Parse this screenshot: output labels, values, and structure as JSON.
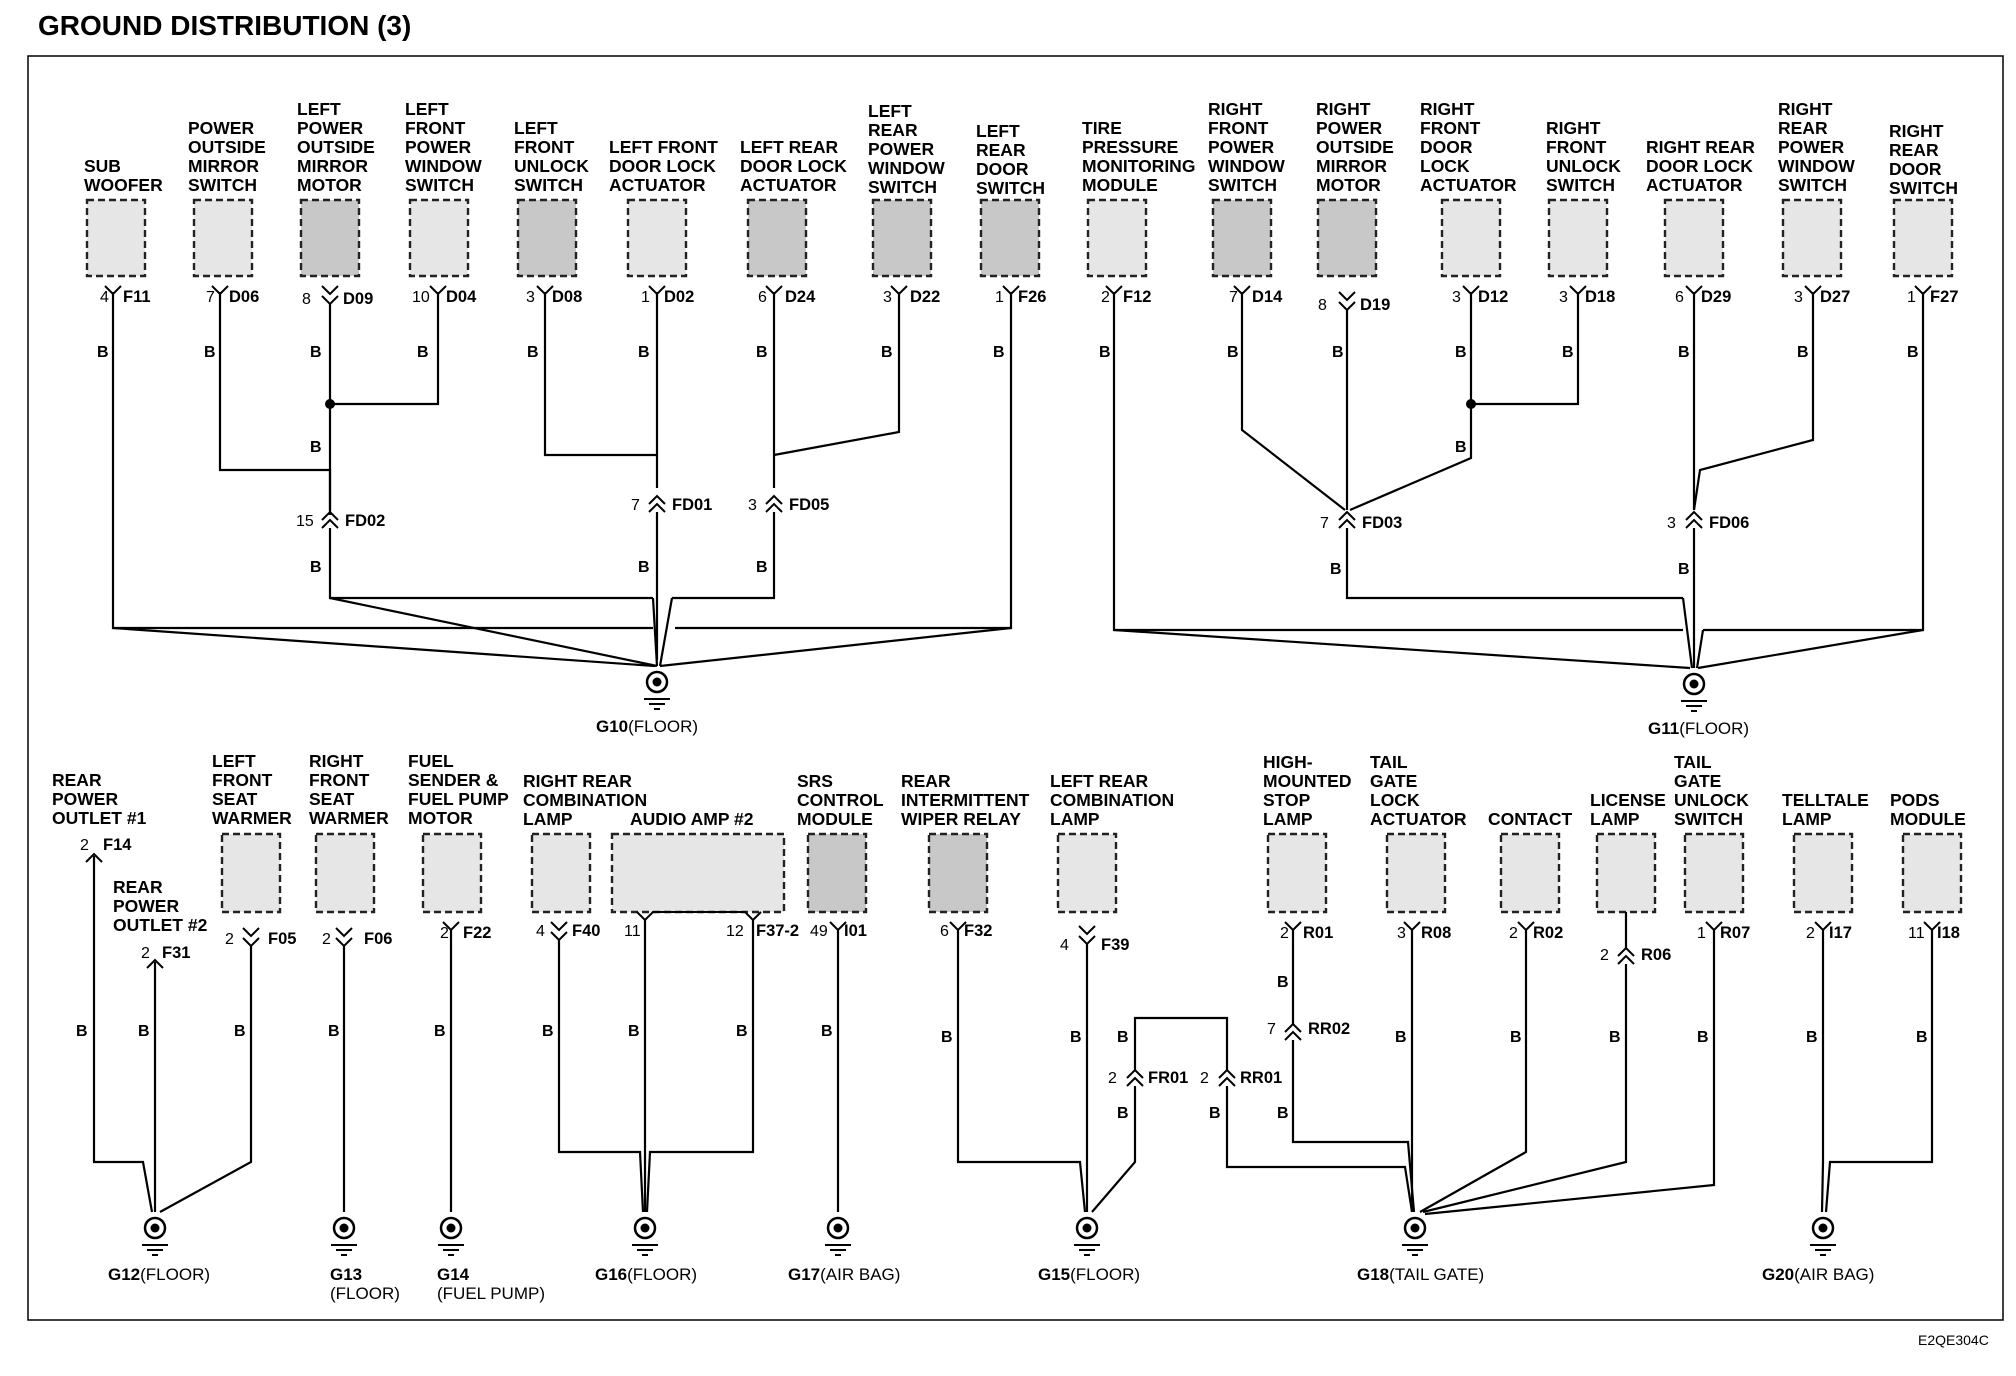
{
  "title": "GROUND DISTRIBUTION (3)",
  "figure_code": "E2QE304C",
  "wire_color": "B",
  "components": {
    "sub_woofer": [
      "SUB",
      "WOOFER"
    ],
    "power_outside_mirror_switch": [
      "POWER",
      "OUTSIDE",
      "MIRROR",
      "SWITCH"
    ],
    "left_power_outside_mirror_motor": [
      "LEFT",
      "POWER",
      "OUTSIDE",
      "MIRROR",
      "MOTOR"
    ],
    "left_front_power_window_switch": [
      "LEFT",
      "FRONT",
      "POWER",
      "WINDOW",
      "SWITCH"
    ],
    "left_front_unlock_switch": [
      "LEFT",
      "FRONT",
      "UNLOCK",
      "SWITCH"
    ],
    "left_front_door_lock_actuator": [
      "LEFT FRONT",
      "DOOR LOCK",
      "ACTUATOR"
    ],
    "left_rear_door_lock_actuator": [
      "LEFT REAR",
      "DOOR LOCK",
      "ACTUATOR"
    ],
    "left_rear_power_window_switch": [
      "LEFT",
      "REAR",
      "POWER",
      "WINDOW",
      "SWITCH"
    ],
    "left_rear_door_switch": [
      "LEFT",
      "REAR",
      "DOOR",
      "SWITCH"
    ],
    "tire_pressure_monitoring_module": [
      "TIRE",
      "PRESSURE",
      "MONITORING",
      "MODULE"
    ],
    "right_front_power_window_switch": [
      "RIGHT",
      "FRONT",
      "POWER",
      "WINDOW",
      "SWITCH"
    ],
    "right_power_outside_mirror_motor": [
      "RIGHT",
      "POWER",
      "OUTSIDE",
      "MIRROR",
      "MOTOR"
    ],
    "right_front_door_lock_actuator": [
      "RIGHT",
      "FRONT",
      "DOOR",
      "LOCK",
      "ACTUATOR"
    ],
    "right_front_unlock_switch": [
      "RIGHT",
      "FRONT",
      "UNLOCK",
      "SWITCH"
    ],
    "right_rear_door_lock_actuator": [
      "RIGHT REAR",
      "DOOR LOCK",
      "ACTUATOR"
    ],
    "right_rear_power_window_switch": [
      "RIGHT",
      "REAR",
      "POWER",
      "WINDOW",
      "SWITCH"
    ],
    "right_rear_door_switch": [
      "RIGHT",
      "REAR",
      "DOOR",
      "SWITCH"
    ],
    "rear_power_outlet_1": [
      "REAR",
      "POWER",
      "OUTLET #1"
    ],
    "rear_power_outlet_2": [
      "REAR",
      "POWER",
      "OUTLET #2"
    ],
    "left_front_seat_warmer": [
      "LEFT",
      "FRONT",
      "SEAT",
      "WARMER"
    ],
    "right_front_seat_warmer": [
      "RIGHT",
      "FRONT",
      "SEAT",
      "WARMER"
    ],
    "fuel_sender_fuel_pump_motor": [
      "FUEL",
      "SENDER &",
      "FUEL PUMP",
      "MOTOR"
    ],
    "right_rear_combination_lamp": [
      "RIGHT REAR",
      "COMBINATION",
      "LAMP"
    ],
    "audio_amp_2": [
      "AUDIO AMP #2"
    ],
    "srs_control_module": [
      "SRS",
      "CONTROL",
      "MODULE"
    ],
    "rear_intermittent_wiper_relay": [
      "REAR",
      "INTERMITTENT",
      "WIPER RELAY"
    ],
    "left_rear_combination_lamp": [
      "LEFT REAR",
      "COMBINATION",
      "LAMP"
    ],
    "high_mounted_stop_lamp": [
      "HIGH-",
      "MOUNTED",
      "STOP",
      "LAMP"
    ],
    "tail_gate_lock_actuator": [
      "TAIL",
      "GATE",
      "LOCK",
      "ACTUATOR"
    ],
    "contact": [
      "CONTACT"
    ],
    "license_lamp": [
      "LICENSE",
      "LAMP"
    ],
    "tail_gate_unlock_switch": [
      "TAIL",
      "GATE",
      "UNLOCK",
      "SWITCH"
    ],
    "telltale_lamp": [
      "TELLTALE",
      "LAMP"
    ],
    "pods_module": [
      "PODS",
      "MODULE"
    ]
  },
  "connectors": {
    "F11": {
      "pin": "4",
      "id": "F11"
    },
    "D06": {
      "pin": "7",
      "id": "D06"
    },
    "D09": {
      "pin": "8",
      "id": "D09"
    },
    "D04": {
      "pin": "10",
      "id": "D04"
    },
    "D08": {
      "pin": "3",
      "id": "D08"
    },
    "D02": {
      "pin": "1",
      "id": "D02"
    },
    "D24": {
      "pin": "6",
      "id": "D24"
    },
    "D22": {
      "pin": "3",
      "id": "D22"
    },
    "F26": {
      "pin": "1",
      "id": "F26"
    },
    "F12": {
      "pin": "2",
      "id": "F12"
    },
    "D14": {
      "pin": "7",
      "id": "D14"
    },
    "D19": {
      "pin": "8",
      "id": "D19"
    },
    "D12": {
      "pin": "3",
      "id": "D12"
    },
    "D18": {
      "pin": "3",
      "id": "D18"
    },
    "D29": {
      "pin": "6",
      "id": "D29"
    },
    "D27": {
      "pin": "3",
      "id": "D27"
    },
    "F27": {
      "pin": "1",
      "id": "F27"
    },
    "FD02": {
      "pin": "15",
      "id": "FD02"
    },
    "FD01": {
      "pin": "7",
      "id": "FD01"
    },
    "FD05": {
      "pin": "3",
      "id": "FD05"
    },
    "FD03": {
      "pin": "7",
      "id": "FD03"
    },
    "FD06": {
      "pin": "3",
      "id": "FD06"
    },
    "F14": {
      "pin": "2",
      "id": "F14"
    },
    "F31": {
      "pin": "2",
      "id": "F31"
    },
    "F05": {
      "pin": "2",
      "id": "F05"
    },
    "F06": {
      "pin": "2",
      "id": "F06"
    },
    "F22": {
      "pin": "2",
      "id": "F22"
    },
    "F40": {
      "pin": "4",
      "id": "F40"
    },
    "F37_2a": {
      "pin": "11",
      "id": ""
    },
    "F37_2b": {
      "pin": "12",
      "id": "F37-2"
    },
    "I01": {
      "pin": "49",
      "id": "I01"
    },
    "F32": {
      "pin": "6",
      "id": "F32"
    },
    "F39": {
      "pin": "4",
      "id": "F39"
    },
    "FR01": {
      "pin": "2",
      "id": "FR01"
    },
    "RR01": {
      "pin": "2",
      "id": "RR01"
    },
    "R01": {
      "pin": "2",
      "id": "R01"
    },
    "RR02": {
      "pin": "7",
      "id": "RR02"
    },
    "R08": {
      "pin": "3",
      "id": "R08"
    },
    "R02": {
      "pin": "2",
      "id": "R02"
    },
    "R06": {
      "pin": "2",
      "id": "R06"
    },
    "R07": {
      "pin": "1",
      "id": "R07"
    },
    "I17": {
      "pin": "2",
      "id": "I17"
    },
    "I18": {
      "pin": "11",
      "id": "I18"
    }
  },
  "grounds": {
    "G10": {
      "id": "G10",
      "loc": "(FLOOR)"
    },
    "G11": {
      "id": "G11",
      "loc": "(FLOOR)"
    },
    "G12": {
      "id": "G12",
      "loc": "(FLOOR)"
    },
    "G13": {
      "id": "G13",
      "loc": "(FLOOR)"
    },
    "G14": {
      "id": "G14",
      "loc": "(FUEL PUMP)"
    },
    "G16": {
      "id": "G16",
      "loc": "(FLOOR)"
    },
    "G17": {
      "id": "G17",
      "loc": "(AIR BAG)"
    },
    "G15": {
      "id": "G15",
      "loc": "(FLOOR)"
    },
    "G18": {
      "id": "G18",
      "loc": "(TAIL GATE)"
    },
    "G20": {
      "id": "G20",
      "loc": "(AIR BAG)"
    }
  }
}
